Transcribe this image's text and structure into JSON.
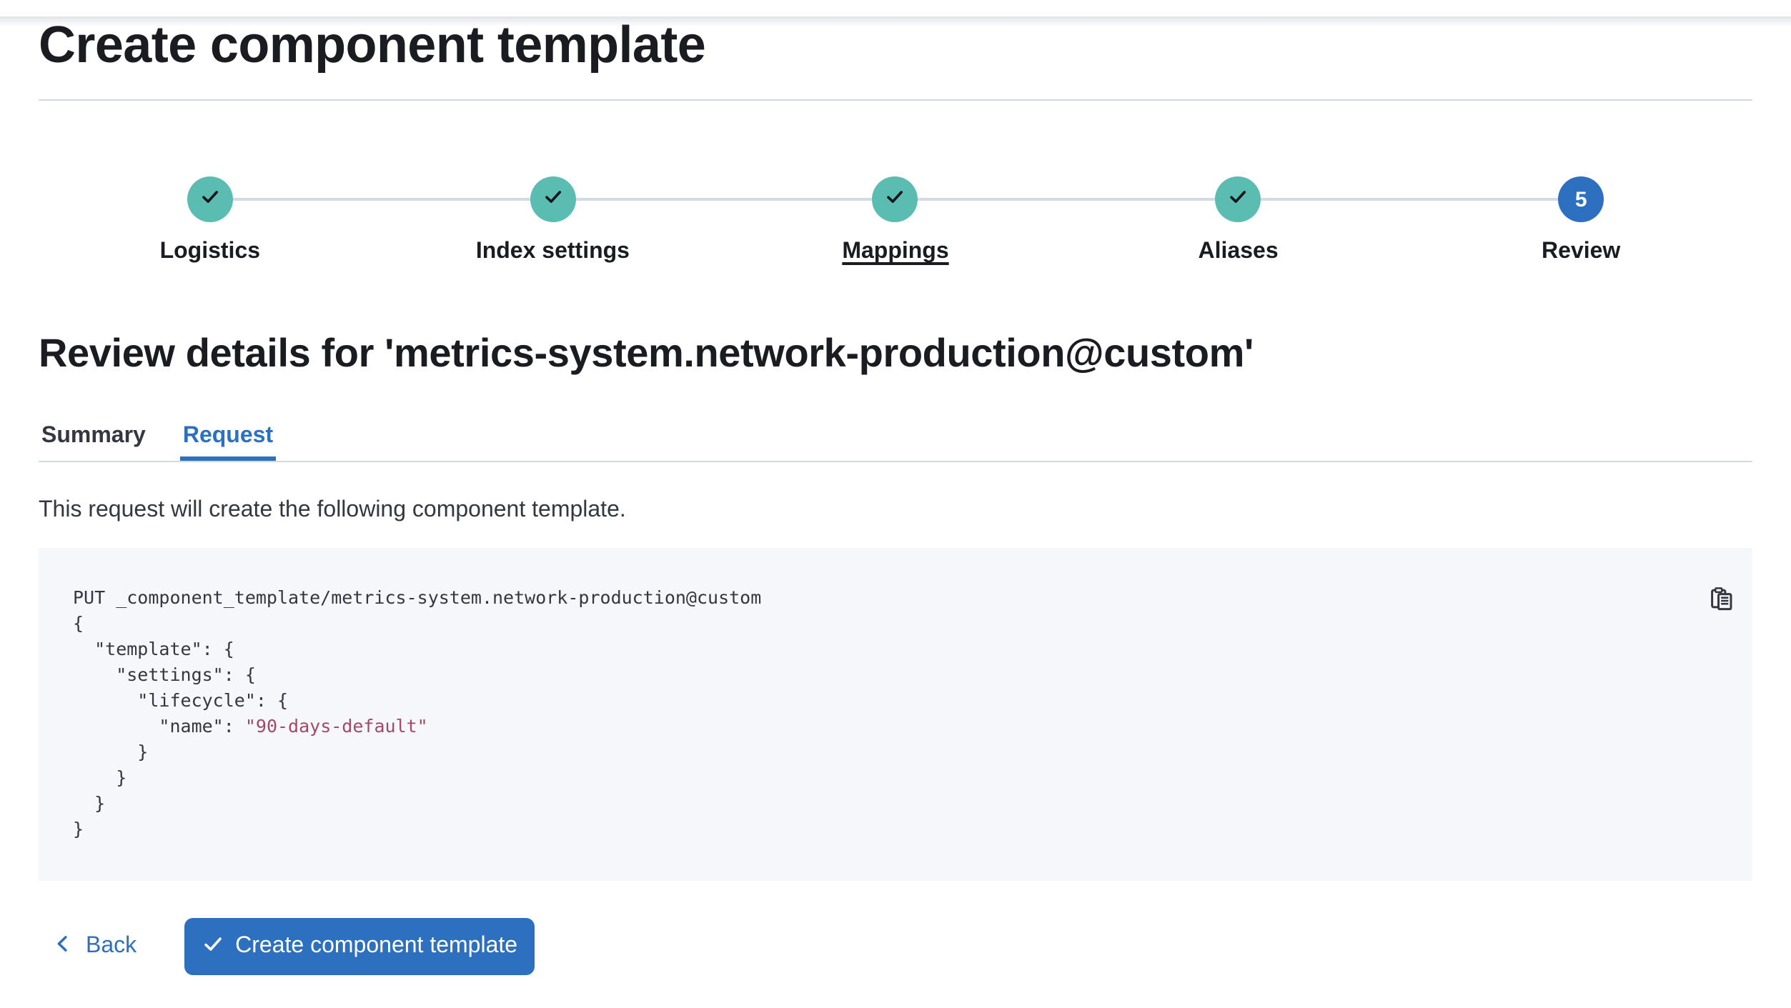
{
  "page": {
    "title": "Create component template"
  },
  "stepper": {
    "steps": [
      {
        "label": "Logistics",
        "status": "complete",
        "icon": "check-icon"
      },
      {
        "label": "Index settings",
        "status": "complete",
        "icon": "check-icon"
      },
      {
        "label": "Mappings",
        "status": "complete",
        "icon": "check-icon",
        "hovered": true
      },
      {
        "label": "Aliases",
        "status": "complete",
        "icon": "check-icon"
      },
      {
        "label": "Review",
        "status": "current",
        "number": "5"
      }
    ]
  },
  "review": {
    "heading": "Review details for 'metrics-system.network-production@custom'",
    "description": "This request will create the following component template."
  },
  "tabs": [
    {
      "label": "Summary",
      "active": false
    },
    {
      "label": "Request",
      "active": true
    }
  ],
  "code": {
    "copy_icon": "copy-icon",
    "line1": "PUT _component_template/metrics-system.network-production@custom",
    "line2": "{",
    "line3": "  \"template\": {",
    "line4": "    \"settings\": {",
    "line5": "      \"lifecycle\": {",
    "line6_prefix": "        \"name\": ",
    "line6_string": "\"90-days-default\"",
    "line7": "      }",
    "line8": "    }",
    "line9": "  }",
    "line10": "}"
  },
  "footer": {
    "back_label": "Back",
    "back_icon": "chevron-left-icon",
    "create_label": "Create component template",
    "create_icon": "check-icon"
  },
  "colors": {
    "primary_blue": "#2d70c0",
    "success_teal": "#5bbcb1",
    "check_dark": "#12161c",
    "heading_text": "#1a1c21",
    "body_text": "#343741",
    "divider": "#d3dae6",
    "code_background": "#f5f7fa",
    "code_string": "#a34a63",
    "page_background": "#ffffff"
  }
}
